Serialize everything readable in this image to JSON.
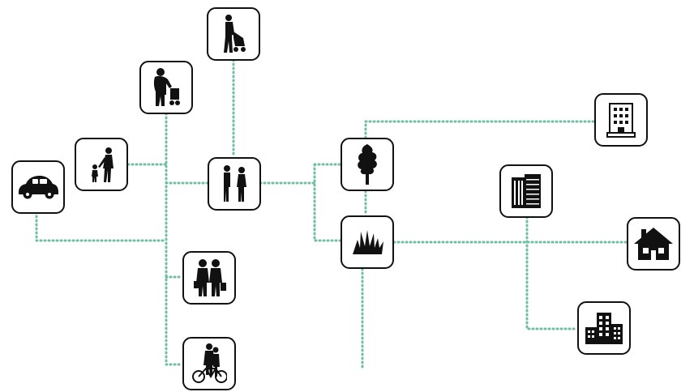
{
  "colors": {
    "connector": "#6fbfa0",
    "icon": "#111111",
    "node_border": "#111111",
    "background": "#ffffff"
  },
  "nodes": [
    {
      "id": "car",
      "icon": "car-icon"
    },
    {
      "id": "parent-child",
      "icon": "parent-with-child-icon"
    },
    {
      "id": "elderly",
      "icon": "elderly-with-cart-icon"
    },
    {
      "id": "stroller",
      "icon": "person-with-stroller-icon"
    },
    {
      "id": "couple",
      "icon": "two-people-icon"
    },
    {
      "id": "shoppers",
      "icon": "shoppers-with-bags-icon"
    },
    {
      "id": "cyclist",
      "icon": "person-with-bicycle-icon"
    },
    {
      "id": "tree",
      "icon": "tree-icon"
    },
    {
      "id": "shrub",
      "icon": "grass-shrub-icon"
    },
    {
      "id": "office",
      "icon": "office-building-icon"
    },
    {
      "id": "tower",
      "icon": "tower-block-icon"
    },
    {
      "id": "house",
      "icon": "house-icon"
    },
    {
      "id": "apartments",
      "icon": "apartment-block-icon"
    }
  ]
}
